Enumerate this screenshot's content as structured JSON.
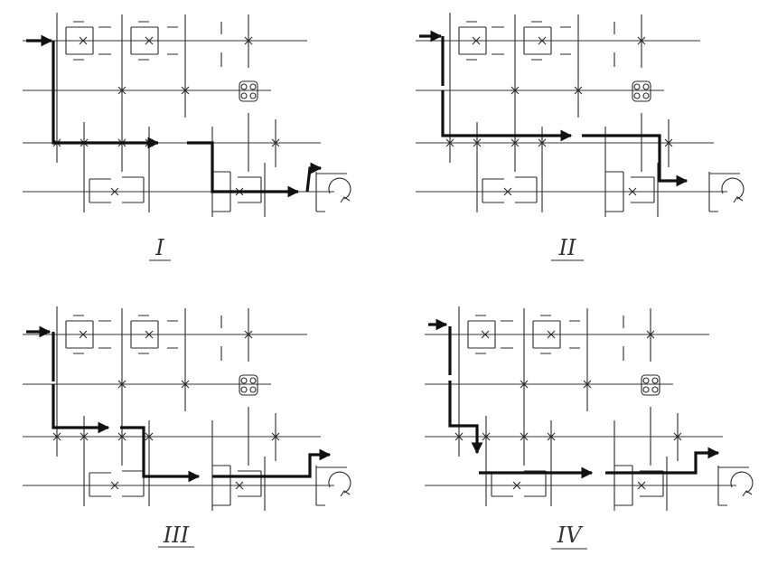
{
  "diagram": {
    "panels": [
      {
        "id": "I",
        "label": "I"
      },
      {
        "id": "II",
        "label": "II"
      },
      {
        "id": "III",
        "label": "III"
      },
      {
        "id": "IV",
        "label": "IV"
      }
    ],
    "colors": {
      "ink": "#222222",
      "flow": "#111111",
      "paper": "#ffffff"
    }
  }
}
